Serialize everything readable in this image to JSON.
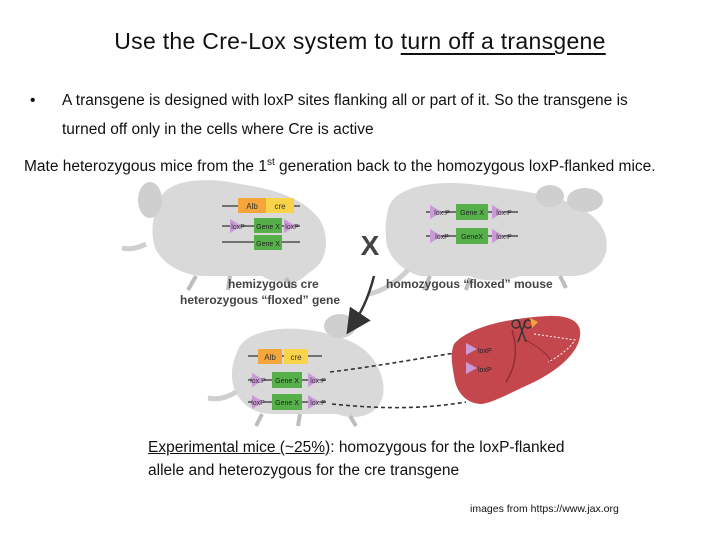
{
  "title": {
    "prefix": "Use the Cre-Lox system to ",
    "underlined": "turn off a transgene"
  },
  "bullet": {
    "symbol": "•",
    "line1": "A transgene is designed with loxP sites flanking all or part of it.  So the transgene is",
    "line2": "turned  off only in the cells where Cre is active"
  },
  "mate": {
    "before_sup": "Mate heterozygous mice from  the  1",
    "sup": "st",
    "after_sup": "  generation  back to the homozygous loxP-flanked mice."
  },
  "diagram": {
    "cross_symbol": "X",
    "left_caption_1": "hemizygous cre",
    "left_caption_2": "heterozygous “floxed” gene",
    "right_caption": "homozygous “floxed” mouse",
    "labels": {
      "alb": "Alb",
      "cre": "cre",
      "genex": "Gene X",
      "genex_short": "GeneX",
      "loxp": "loxP",
      "loxp_dot": "lox.P"
    },
    "colors": {
      "mouse": "#d9d9d9",
      "mouse_dark": "#bdbdbd",
      "alb_box": "#f4a63a",
      "cre_box": "#f9d44a",
      "gene_box": "#55b04a",
      "loxp_triangle": "#c99ad6",
      "liver": "#c4474e",
      "liver_dark": "#8e2c33",
      "arrow": "#333333"
    }
  },
  "experimental": {
    "underlined": "Experimental  mice  (~25%)",
    "rest_line1": ":  homozygous for the loxP-flanked",
    "line2": "allele and heterozygous for the cre transgene"
  },
  "credit": "images  from  https://www.jax.org"
}
